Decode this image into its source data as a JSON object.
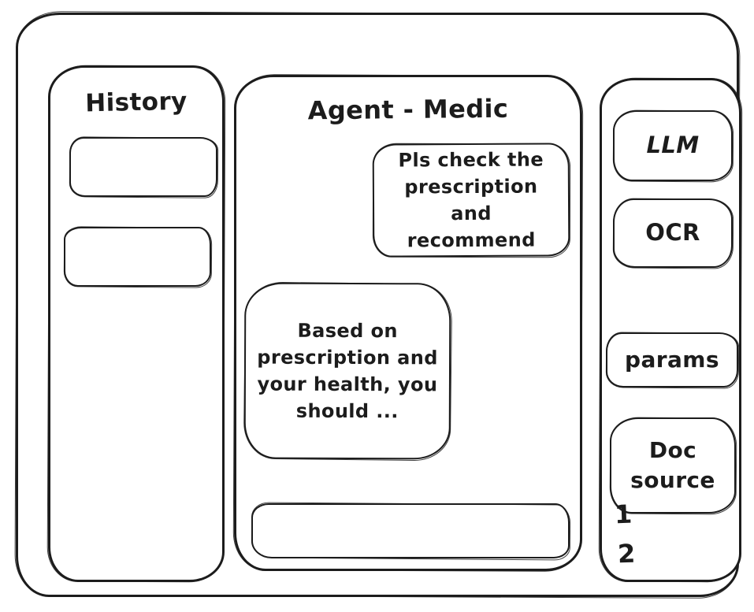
{
  "history": {
    "title": "History",
    "items": [
      {
        "label": ""
      },
      {
        "label": ""
      }
    ]
  },
  "chat": {
    "title": "Agent - Medic",
    "messages": [
      {
        "role": "user",
        "text": "Pls check the prescription and recommend"
      },
      {
        "role": "assistant",
        "text": "Based on prescription and your health, you should ..."
      }
    ],
    "input": {
      "value": "",
      "placeholder": ""
    }
  },
  "tools": {
    "buttons": [
      {
        "label": "LLM"
      },
      {
        "label": "OCR"
      },
      {
        "label": "params"
      },
      {
        "label": "Doc source"
      }
    ],
    "doc_source_items": [
      "1",
      "2"
    ]
  },
  "colors": {
    "stroke": "#1c1c1c",
    "background": "#ffffff"
  }
}
